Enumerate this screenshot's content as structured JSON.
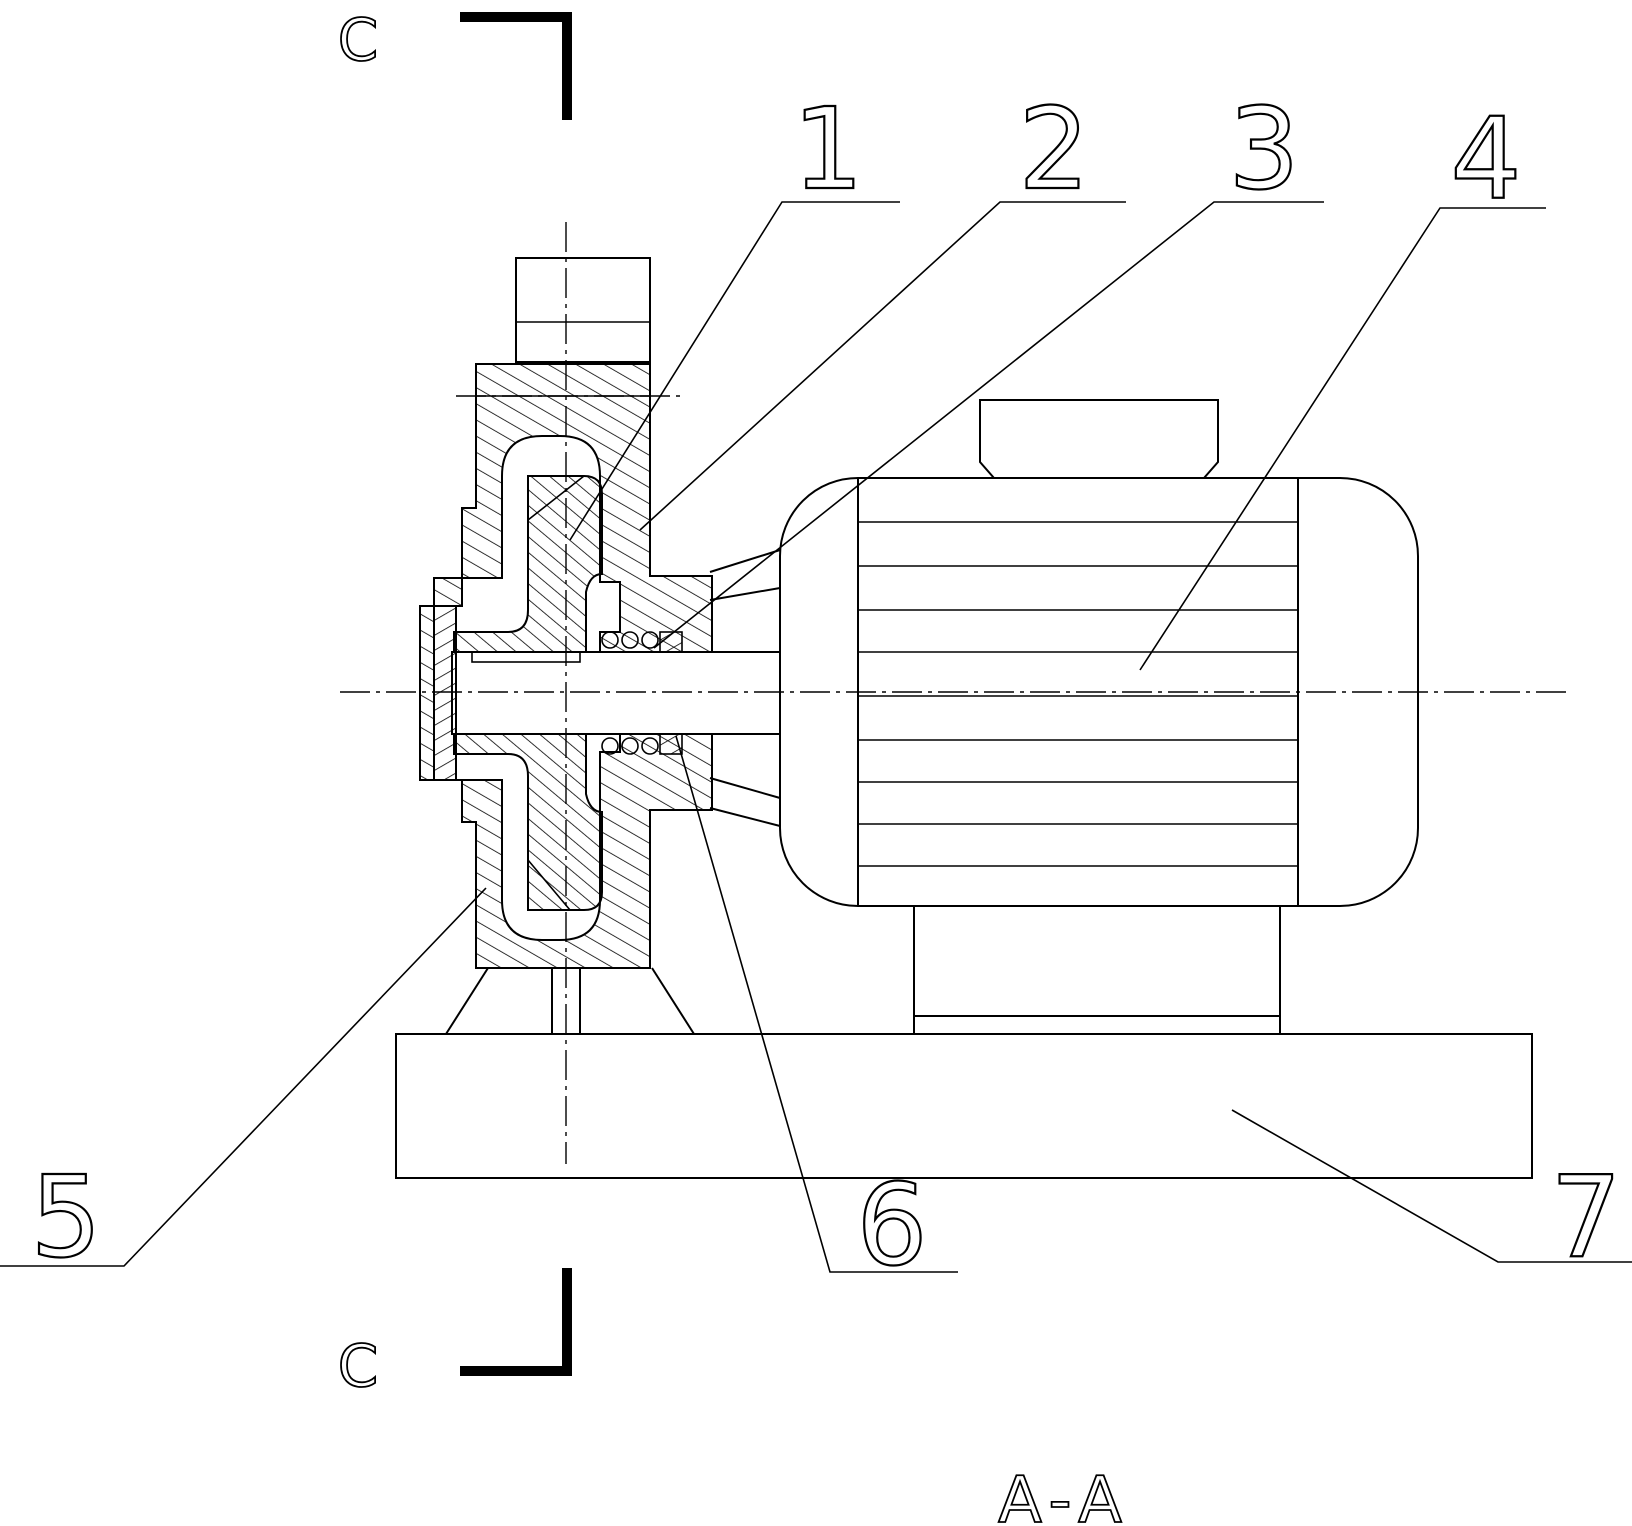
{
  "labels": {
    "part1": "1",
    "part2": "2",
    "part3": "3",
    "part4": "4",
    "part5": "5",
    "part6": "6",
    "part7": "7"
  },
  "section_marks": {
    "top": "C",
    "bottom": "C"
  },
  "view_title": "A-A",
  "colors": {
    "line": "#000000",
    "background": "#ffffff"
  }
}
